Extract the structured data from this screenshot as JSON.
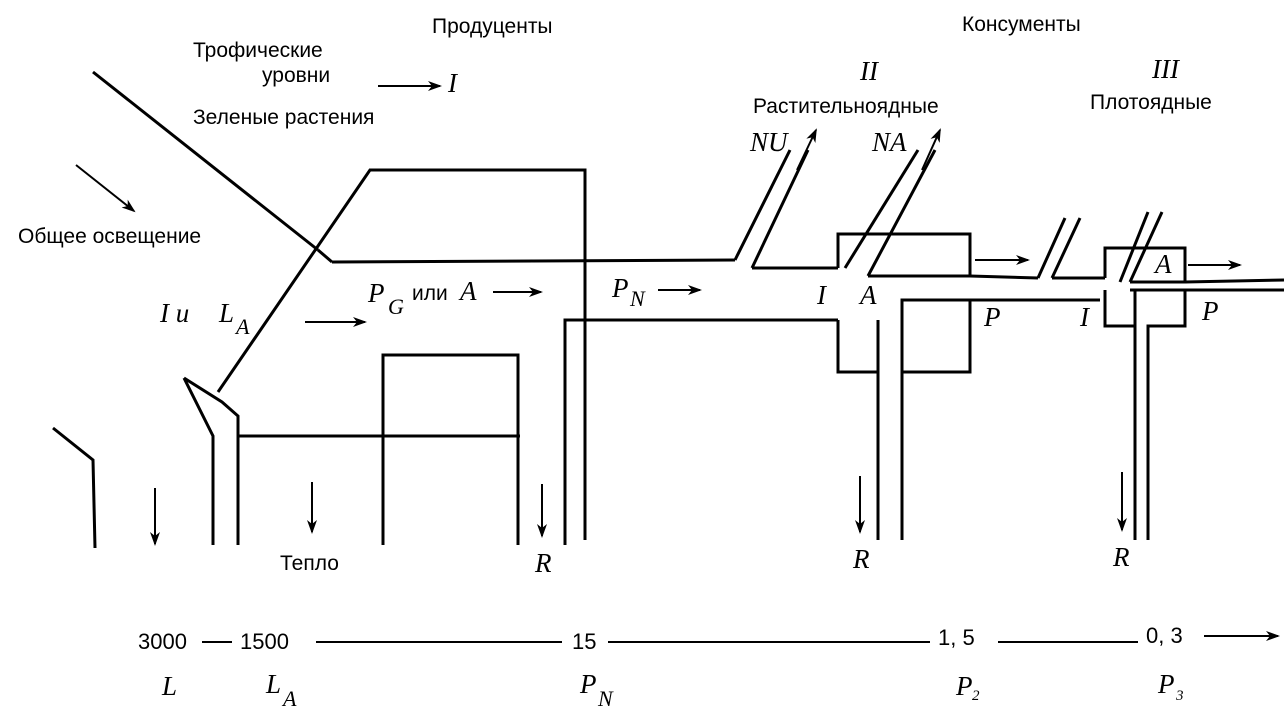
{
  "headers": {
    "producers": "Продуценты",
    "consumers": "Консументы",
    "trophic_levels_line1": "Трофические",
    "trophic_levels_line2": "уровни",
    "level_I": "I",
    "green_plants": "Зеленые растения",
    "level_II": "II",
    "herbivores": "Растительноядные",
    "level_III": "III",
    "carnivores": "Плотоядные"
  },
  "flows": {
    "total_light": "Общее освещение",
    "i_and": "I и",
    "l_a": "L",
    "l_a_sub": "A",
    "pg_p": "P",
    "pg_sub": "G",
    "pg_or": "или",
    "pg_a": "A",
    "pn": "P",
    "pn_sub": "N",
    "nu": "NU",
    "na": "NA",
    "herb_i": "I",
    "herb_a": "A",
    "herb_p": "P",
    "carn_i": "I",
    "carn_a": "A",
    "carn_p": "P",
    "heat": "Тепло",
    "r1": "R",
    "r2": "R",
    "r3": "R"
  },
  "scale": {
    "v1": "3000",
    "v2": "1500",
    "v3": "15",
    "v4": "1, 5",
    "v5": "0, 3",
    "l1": "L",
    "l2": "L",
    "l2_sub": "A",
    "l3": "P",
    "l3_sub": "N",
    "l4": "P",
    "l4_sub": "2",
    "l5": "P",
    "l5_sub": "3"
  }
}
